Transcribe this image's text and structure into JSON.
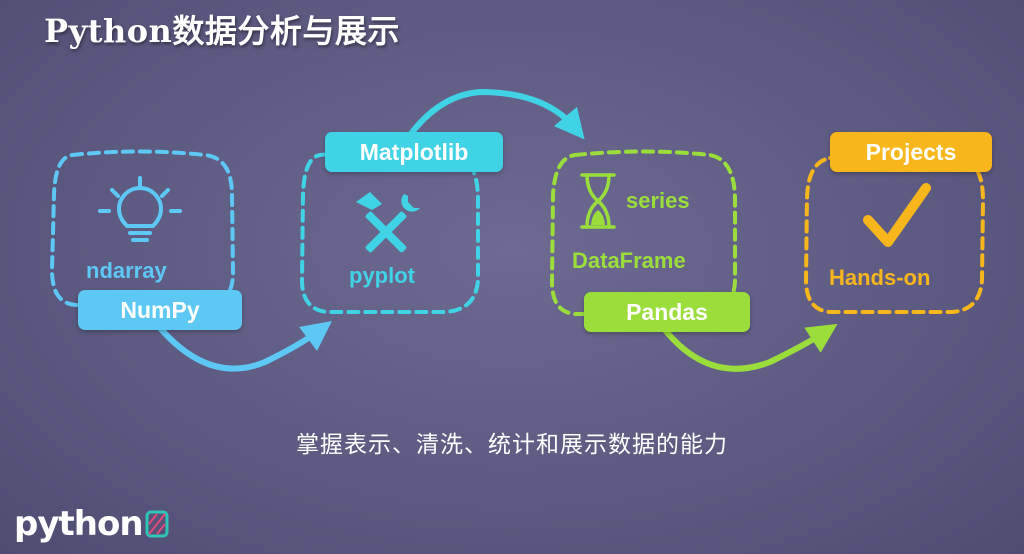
{
  "title": "Python数据分析与展示",
  "subtitle": "掌握表示、清洗、统计和展示数据的能力",
  "colors": {
    "numpy": "#5ec8f5",
    "matplotlib": "#40d3e6",
    "pandas": "#9bde3c",
    "projects": "#f6b61c"
  },
  "stages": [
    {
      "tab": "NumPy",
      "label": "ndarray",
      "icon": "lightbulb-icon"
    },
    {
      "tab": "Matplotlib",
      "label": "pyplot",
      "icon": "hammer-wrench-icon"
    },
    {
      "tab": "Pandas",
      "label1": "series",
      "label2": "DataFrame",
      "icon": "hourglass-icon"
    },
    {
      "tab": "Projects",
      "label": "Hands-on",
      "icon": "checkmark-icon"
    }
  ],
  "logo": {
    "text": "python",
    "icon": "python-logo-icon"
  }
}
